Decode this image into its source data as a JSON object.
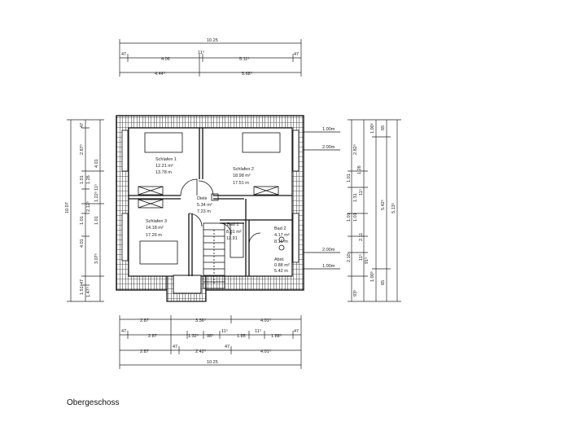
{
  "caption": "Obergeschoss",
  "dimensions": {
    "top": {
      "overall": "10.25",
      "row1": [
        "47",
        "4.06",
        "11⁵",
        "5.11⁵",
        "47"
      ],
      "row2": [
        "4.44⁵",
        "5.68⁵"
      ]
    },
    "bottom": {
      "row1": [
        "2.87",
        "3.36⁵",
        "4.01⁵"
      ],
      "row2": [
        "47",
        "2.87",
        "1.32⁵",
        "98⁵",
        "11⁵",
        "1.85",
        "11⁵",
        "1.88⁵",
        "47"
      ],
      "row3": [
        "2.87",
        "47",
        "2.42⁵",
        "47",
        "4.01⁵"
      ],
      "overall": "10.25"
    },
    "left": {
      "overall": "10.07",
      "col1": [
        "47",
        "2.67⁵",
        "1.01",
        "1.26",
        "1.01",
        "2.12⁵",
        "3.07⁵",
        "47",
        "1.51⁵",
        "1.47⁵"
      ],
      "col2": [
        "4.01",
        "11⁵",
        "1.22⁵",
        "1.01",
        "4.01"
      ]
    },
    "right": {
      "levels": [
        "1.00m",
        "2.00m",
        "2.00m",
        "1.00m"
      ],
      "col1": [
        "1.26",
        "1.01",
        "2.11",
        "1.01",
        "1.01",
        "2.10"
      ],
      "col2": [
        "2.82⁵",
        "1.31",
        "11⁵",
        "11⁵",
        "91⁵",
        "93⁵"
      ],
      "col3": [
        "1.00⁵",
        "5.42⁵",
        "1.00⁵"
      ],
      "col4": [
        "65",
        "65"
      ],
      "col5": [
        "5.13⁵"
      ]
    }
  },
  "rooms": [
    {
      "name": "Schlafen 1",
      "area": "12.21 m²",
      "perimeter": "13.78 m"
    },
    {
      "name": "Schlafen 2",
      "area": "18.98 m²",
      "perimeter": "17.51 m"
    },
    {
      "name": "Diele",
      "area": "5.34 m²",
      "perimeter": "7.23 m"
    },
    {
      "name": "Schlafen 3",
      "area": "14.18 m²",
      "perimeter": "17.26 m"
    },
    {
      "name": "Bad 1",
      "area": "8.81 m²",
      "perimeter": "12.91"
    },
    {
      "name": "Bad 2",
      "area": "4.17 m²",
      "perimeter": "8.16 m"
    },
    {
      "name": "Abst.",
      "area": "0.88 m²",
      "perimeter": "5.42 m"
    }
  ]
}
